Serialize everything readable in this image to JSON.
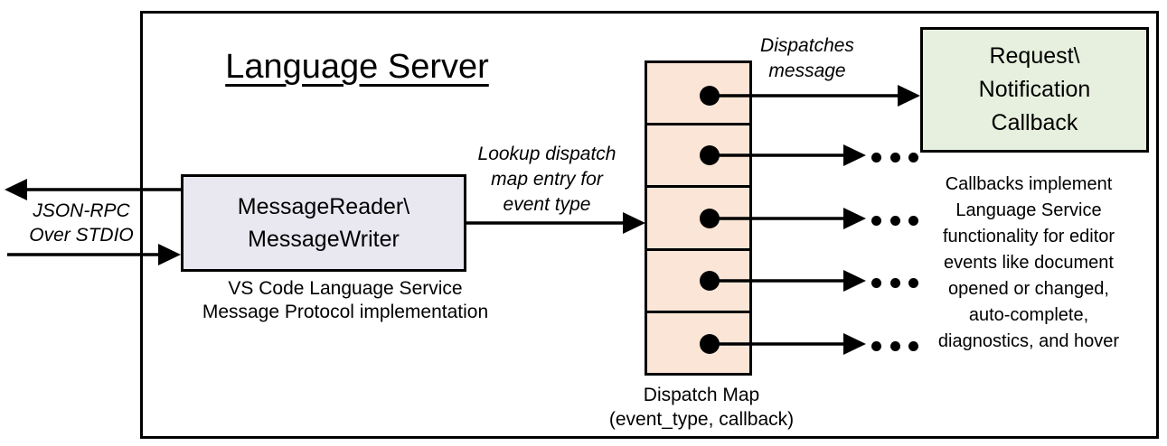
{
  "diagram": {
    "title": "Language Server",
    "left_io": {
      "label": "JSON-RPC\nOver STDIO"
    },
    "message_box": {
      "label": "MessageReader\\\nMessageWriter",
      "caption": "VS Code Language Service\nMessage Protocol implementation",
      "fill": "#E9E7F0"
    },
    "lookup_arrow": {
      "label": "Lookup dispatch\nmap entry for\nevent type"
    },
    "dispatch_map": {
      "label": "Dispatch Map\n(event_type, callback)",
      "rows": 5,
      "fill": "#FBE5D6"
    },
    "dispatch_arrow": {
      "label": "Dispatches\nmessage"
    },
    "callback_box": {
      "label": "Request\\\nNotification\nCallback",
      "fill": "#E7F0DE"
    },
    "callbacks_note": "Callbacks implement\nLanguage Service\nfunctionality for editor\nevents like document\nopened or changed,\nauto-complete,\ndiagnostics, and hover",
    "ellipsis": "...",
    "line_color": "#000000"
  }
}
